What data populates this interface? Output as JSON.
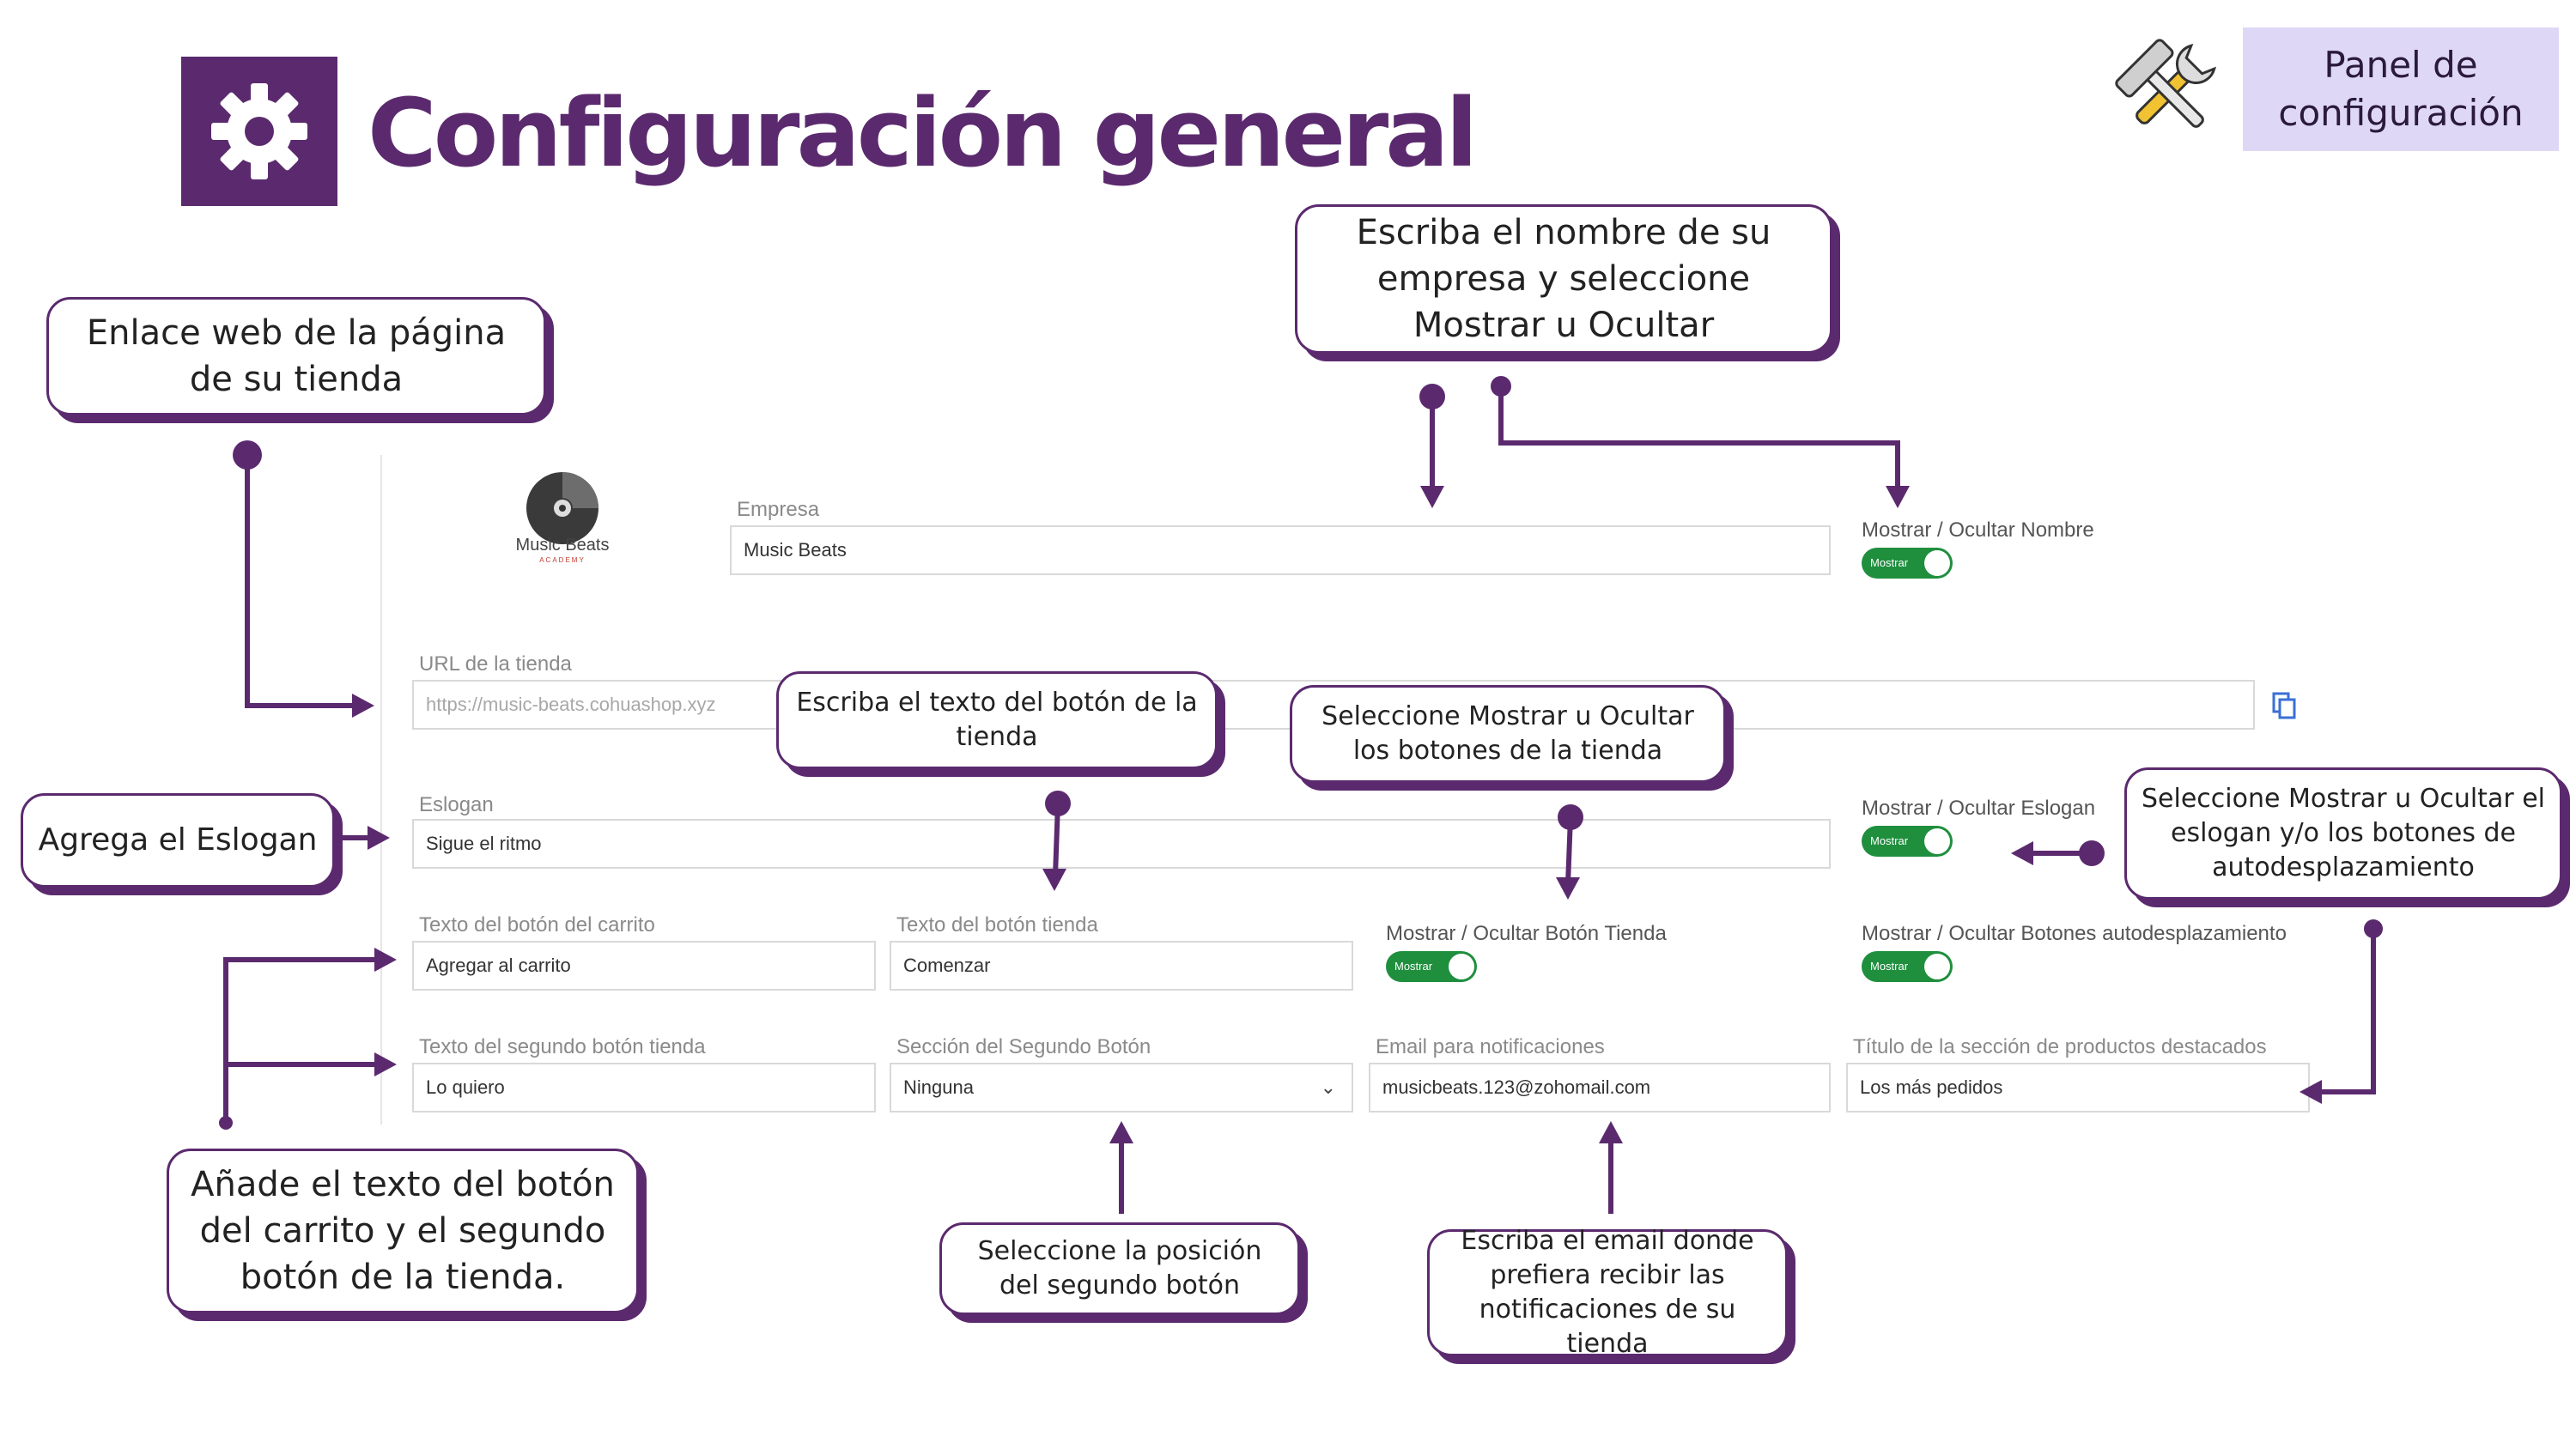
{
  "header": {
    "title": "Configuración general",
    "badge": "Panel de configuración",
    "gear_icon": "gear-icon",
    "tools_icon": "tools-icon",
    "brand_color": "#5b2a6e",
    "badge_color": "#ded8f6"
  },
  "callouts": {
    "store_link": "Enlace web de la página de su tienda",
    "company_name": "Escriba el nombre de su empresa y seleccione Mostrar u Ocultar",
    "store_button_text": "Escriba el texto del botón de la tienda",
    "toggle_store_buttons": "Seleccione Mostrar u Ocultar los botones de la tienda",
    "add_slogan": "Agrega el Eslogan",
    "toggle_slogan": "Seleccione Mostrar u Ocultar el eslogan y/o los botones de autodesplazamiento",
    "cart_button_text": "Añade el texto del botón del carrito y el segundo botón de la tienda.",
    "second_button_position": "Seleccione la posición del segundo botón",
    "notification_email": "Escriba el email donde prefiera recibir las notificaciones de su tienda"
  },
  "logo": {
    "text": "Music Beats",
    "subtext": "ACADEMY"
  },
  "form": {
    "empresa": {
      "label": "Empresa",
      "value": "Music Beats"
    },
    "url": {
      "label": "URL de la tienda",
      "value": "https://music-beats.cohuashop.xyz"
    },
    "eslogan": {
      "label": "Eslogan",
      "value": "Sigue el ritmo"
    },
    "cart_button": {
      "label": "Texto del botón del carrito",
      "value": "Agregar al carrito"
    },
    "store_button": {
      "label": "Texto del botón tienda",
      "value": "Comenzar"
    },
    "second_button": {
      "label": "Texto del segundo botón tienda",
      "value": "Lo quiero"
    },
    "second_section": {
      "label": "Sección del Segundo Botón",
      "value": "Ninguna"
    },
    "email": {
      "label": "Email para notificaciones",
      "value": "musicbeats.123@zohomail.com"
    },
    "featured_title": {
      "label": "Título de la sección de productos destacados",
      "value": "Los más pedidos"
    },
    "copy_icon": "copy-icon",
    "chevron_icon": "chevron-down-icon"
  },
  "toggles": {
    "nombre": {
      "label": "Mostrar / Ocultar Nombre",
      "state": "Mostrar",
      "on": true
    },
    "eslogan": {
      "label": "Mostrar / Ocultar Eslogan",
      "state": "Mostrar",
      "on": true
    },
    "boton_tienda": {
      "label": "Mostrar / Ocultar Botón Tienda",
      "state": "Mostrar",
      "on": true
    },
    "autodesplazamiento": {
      "label": "Mostrar / Ocultar Botones autodesplazamiento",
      "state": "Mostrar",
      "on": true
    },
    "on_color": "#1f8f3e"
  }
}
